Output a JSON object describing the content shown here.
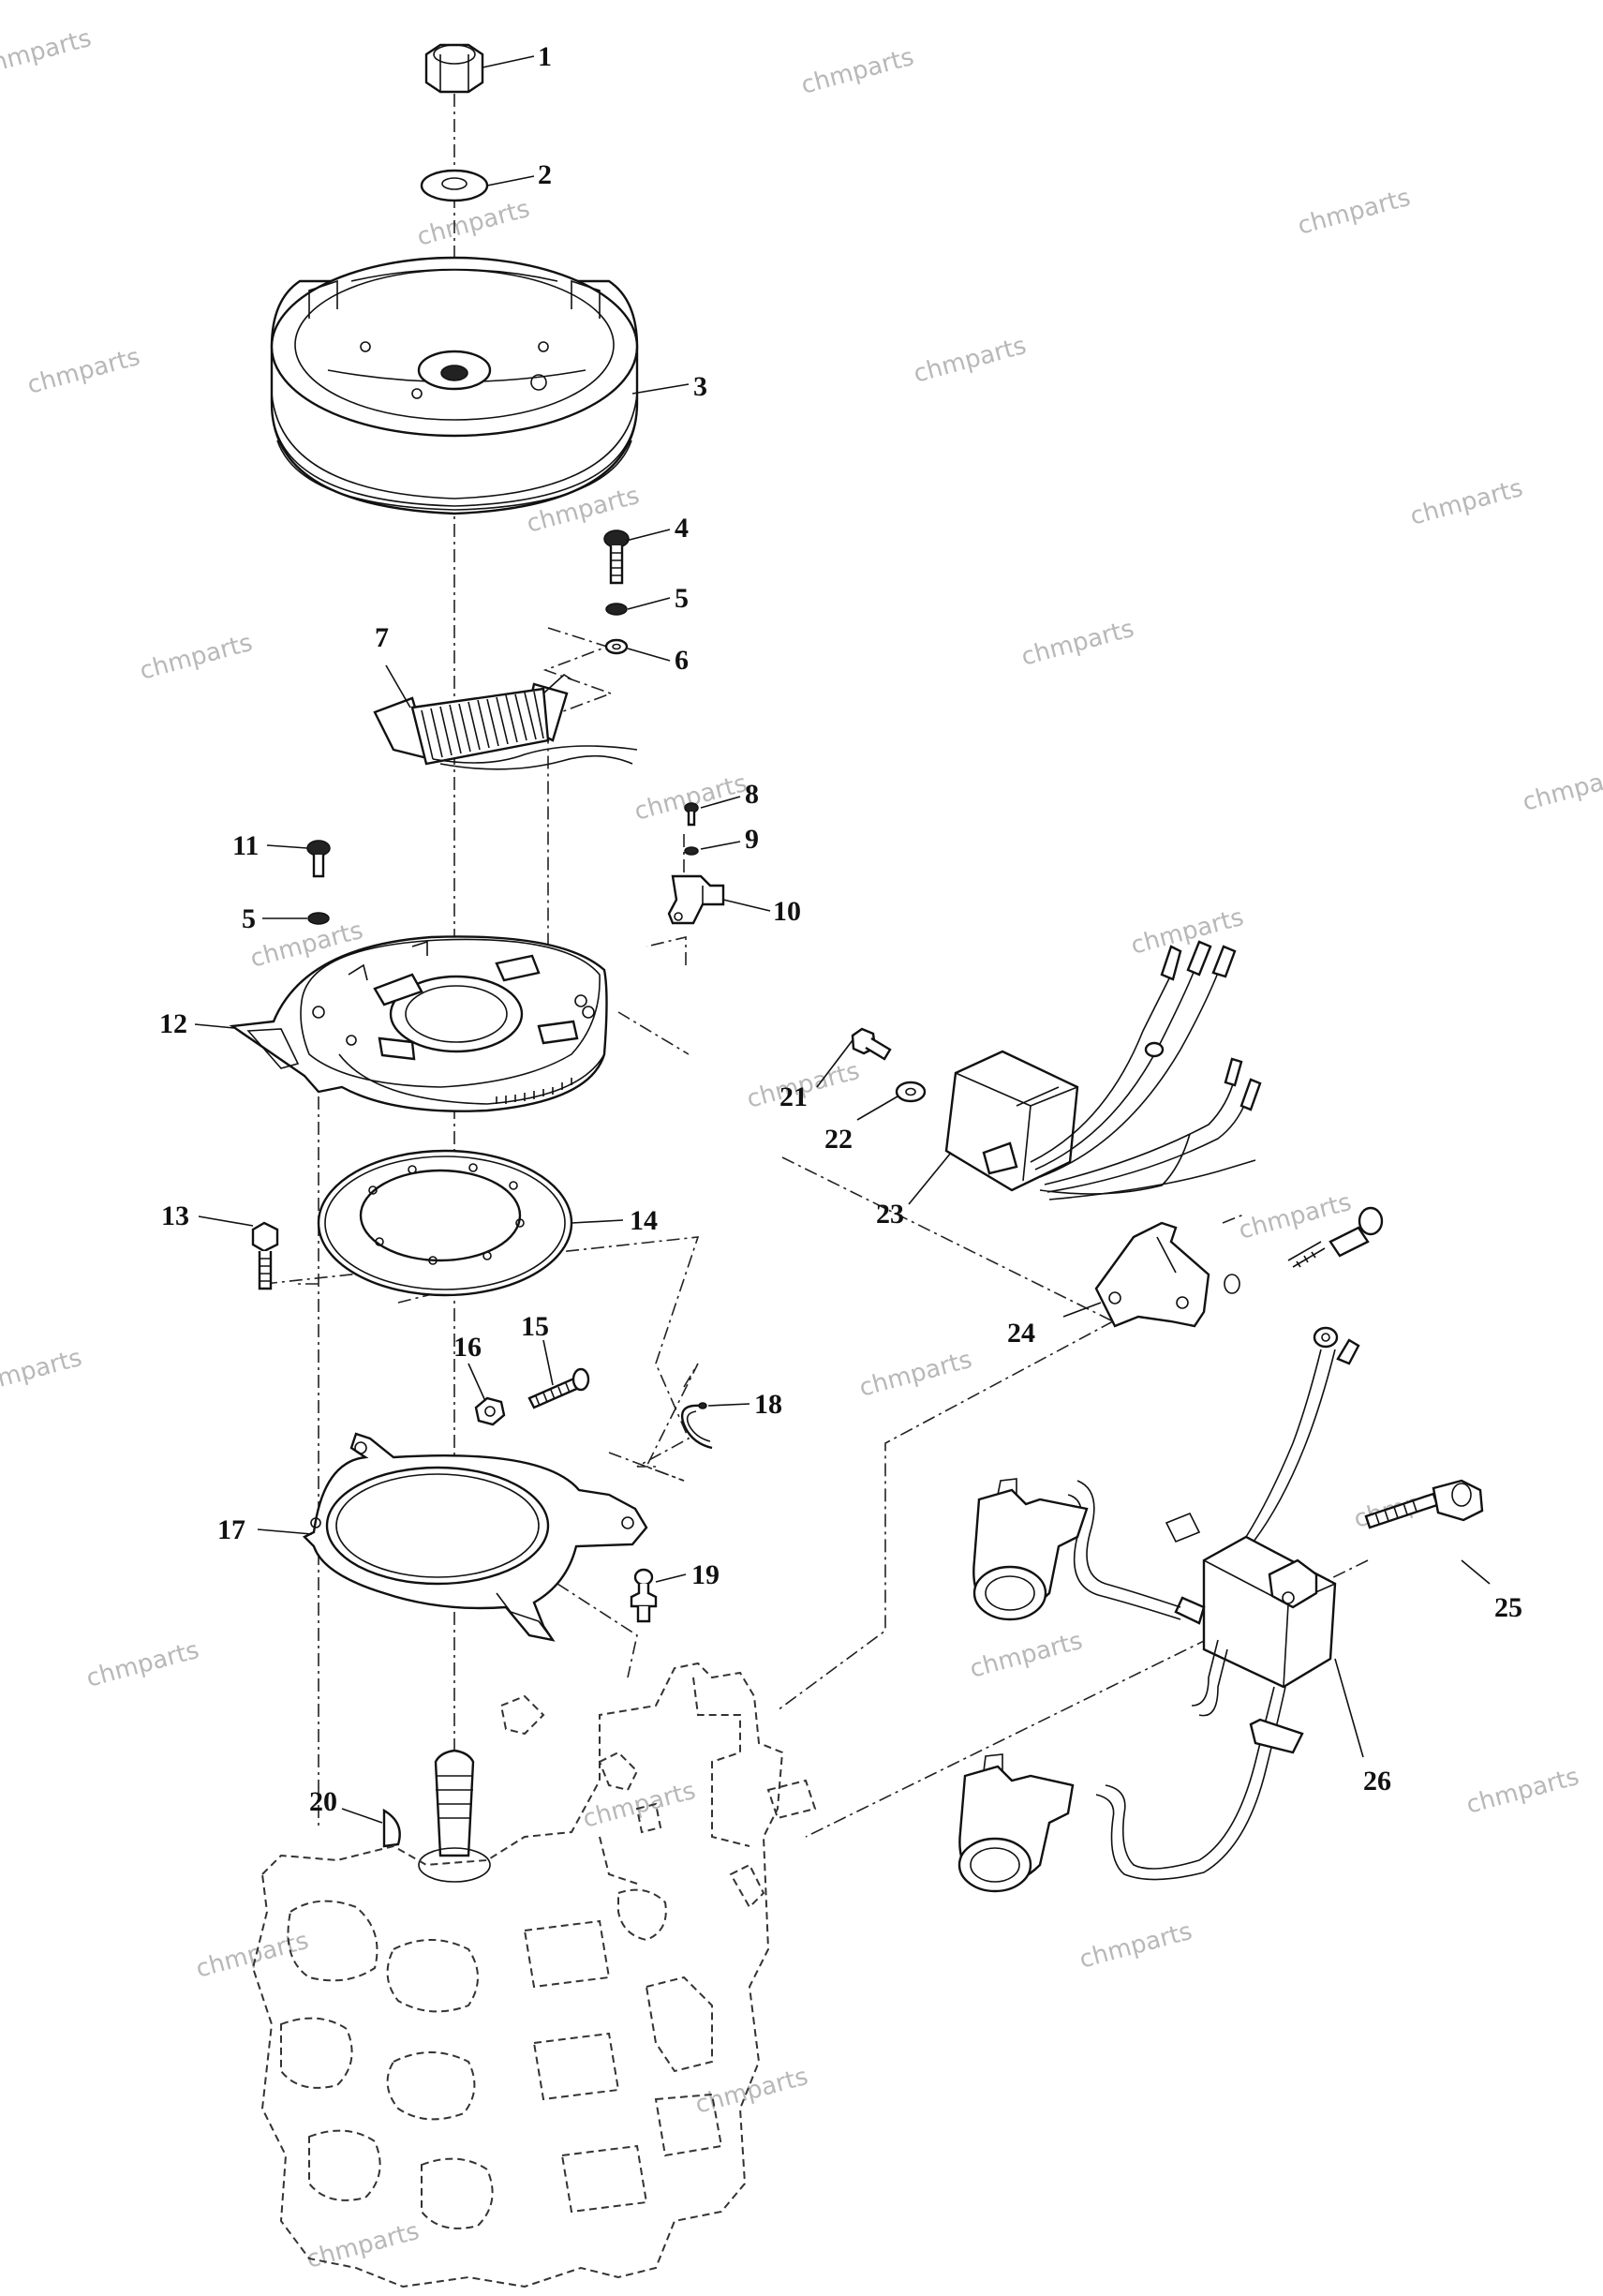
{
  "diagram": {
    "callouts": [
      "1",
      "2",
      "3",
      "4",
      "5",
      "6",
      "7",
      "8",
      "9",
      "10",
      "11",
      "5",
      "12",
      "13",
      "14",
      "15",
      "16",
      "17",
      "18",
      "19",
      "20",
      "21",
      "22",
      "23",
      "24",
      "25",
      "26"
    ],
    "watermark": "chmparts",
    "watermark_partial": "chmpa"
  }
}
